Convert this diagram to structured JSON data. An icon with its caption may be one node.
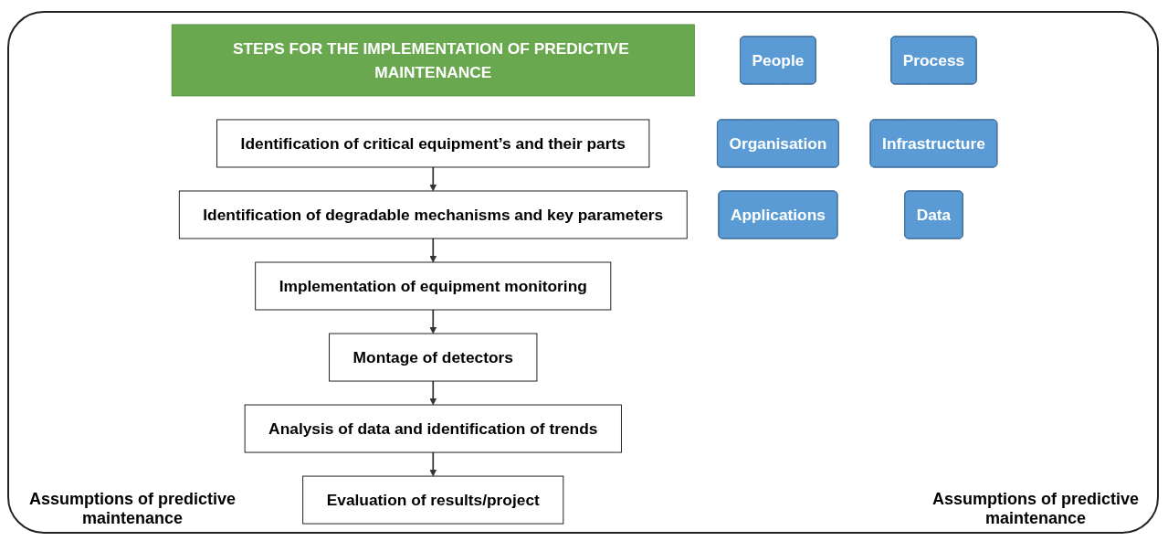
{
  "diagram": {
    "nodes": [
      {
        "text": [
          "STEPS FOR THE IMPLEMENTATION OF PREDICTIVE MAINTENANCE"
        ]
      },
      {
        "text": [
          "People"
        ]
      },
      {
        "text": [
          "Identification of critical equipment’s and their parts"
        ]
      },
      {
        "text": [
          "Process"
        ]
      },
      {
        "text": [
          "Identification of degradable mechanisms and key parameters"
        ]
      },
      {
        "text": [
          "Organisation"
        ]
      },
      {
        "text": [
          "Implementation of equipment monitoring"
        ]
      },
      {
        "text": [
          "Infrastructure"
        ]
      },
      {
        "text": [
          "Montage of detectors"
        ]
      },
      {
        "text": [
          "Applications"
        ]
      },
      {
        "text": [
          "Analysis of data and identification of trends"
        ]
      },
      {
        "text": [
          "Data"
        ]
      },
      {
        "text": [
          "Evaluation of results/project"
        ]
      }
    ],
    "edges": [
      {
        "from": 2,
        "to": 4,
        "arrow": "to"
      },
      {
        "from": 4,
        "to": 6,
        "arrow": "to"
      },
      {
        "from": 6,
        "to": 8,
        "arrow": "to"
      },
      {
        "from": 8,
        "to": 10,
        "arrow": "to"
      },
      {
        "from": 10,
        "to": 12,
        "arrow": "to"
      }
    ],
    "labels": [
      "Assumptions of predictive maintenance",
      "Assumptions of predictive maintenance"
    ]
  }
}
